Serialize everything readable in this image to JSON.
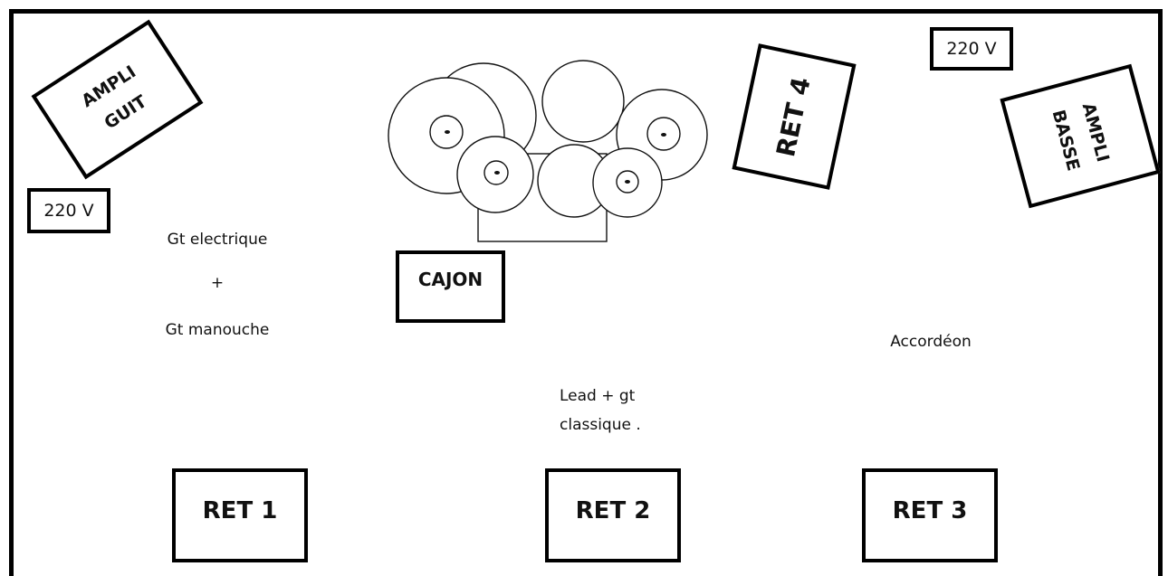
{
  "stage": {
    "amp_guitar": "AMPLI\nGUIT",
    "amp_bass": "AMPLI\nBASSE",
    "power_left": "220 V",
    "power_right": "220 V",
    "cajon": "CAJON",
    "ret1": "RET 1",
    "ret2": "RET 2",
    "ret3": "RET 3",
    "ret4": "RET 4",
    "musician_left_line1": "Gt electrique",
    "musician_left_plus": "+",
    "musician_left_line2": "Gt manouche",
    "musician_center_line1": "Lead + gt",
    "musician_center_line2": "classique .",
    "musician_right": "Accordéon"
  }
}
